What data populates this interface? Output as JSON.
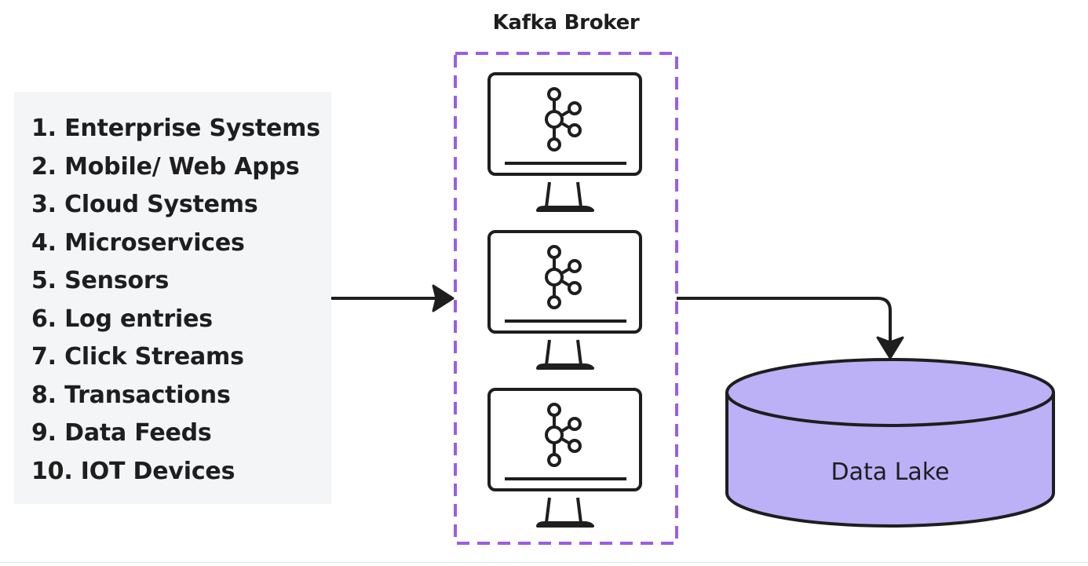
{
  "sources": {
    "items": [
      "1. Enterprise Systems",
      "2. Mobile/ Web Apps",
      "3. Cloud Systems",
      "4. Microservices",
      "5. Sensors",
      "6. Log entries",
      "7. Click Streams",
      "8. Transactions",
      "9. Data Feeds",
      "10. IOT Devices"
    ]
  },
  "broker": {
    "title": "Kafka Broker",
    "node_count": 3
  },
  "data_lake": {
    "label": "Data Lake"
  },
  "colors": {
    "text": "#1e1e1e",
    "panel_background": "#f4f5f7",
    "broker_border": "#9b5de5",
    "data_lake_fill": "#bcb0f7",
    "stroke": "#1e1e1e"
  },
  "icons": {
    "node": "kafka-logo-icon",
    "stand": "monitor-stand-icon"
  }
}
